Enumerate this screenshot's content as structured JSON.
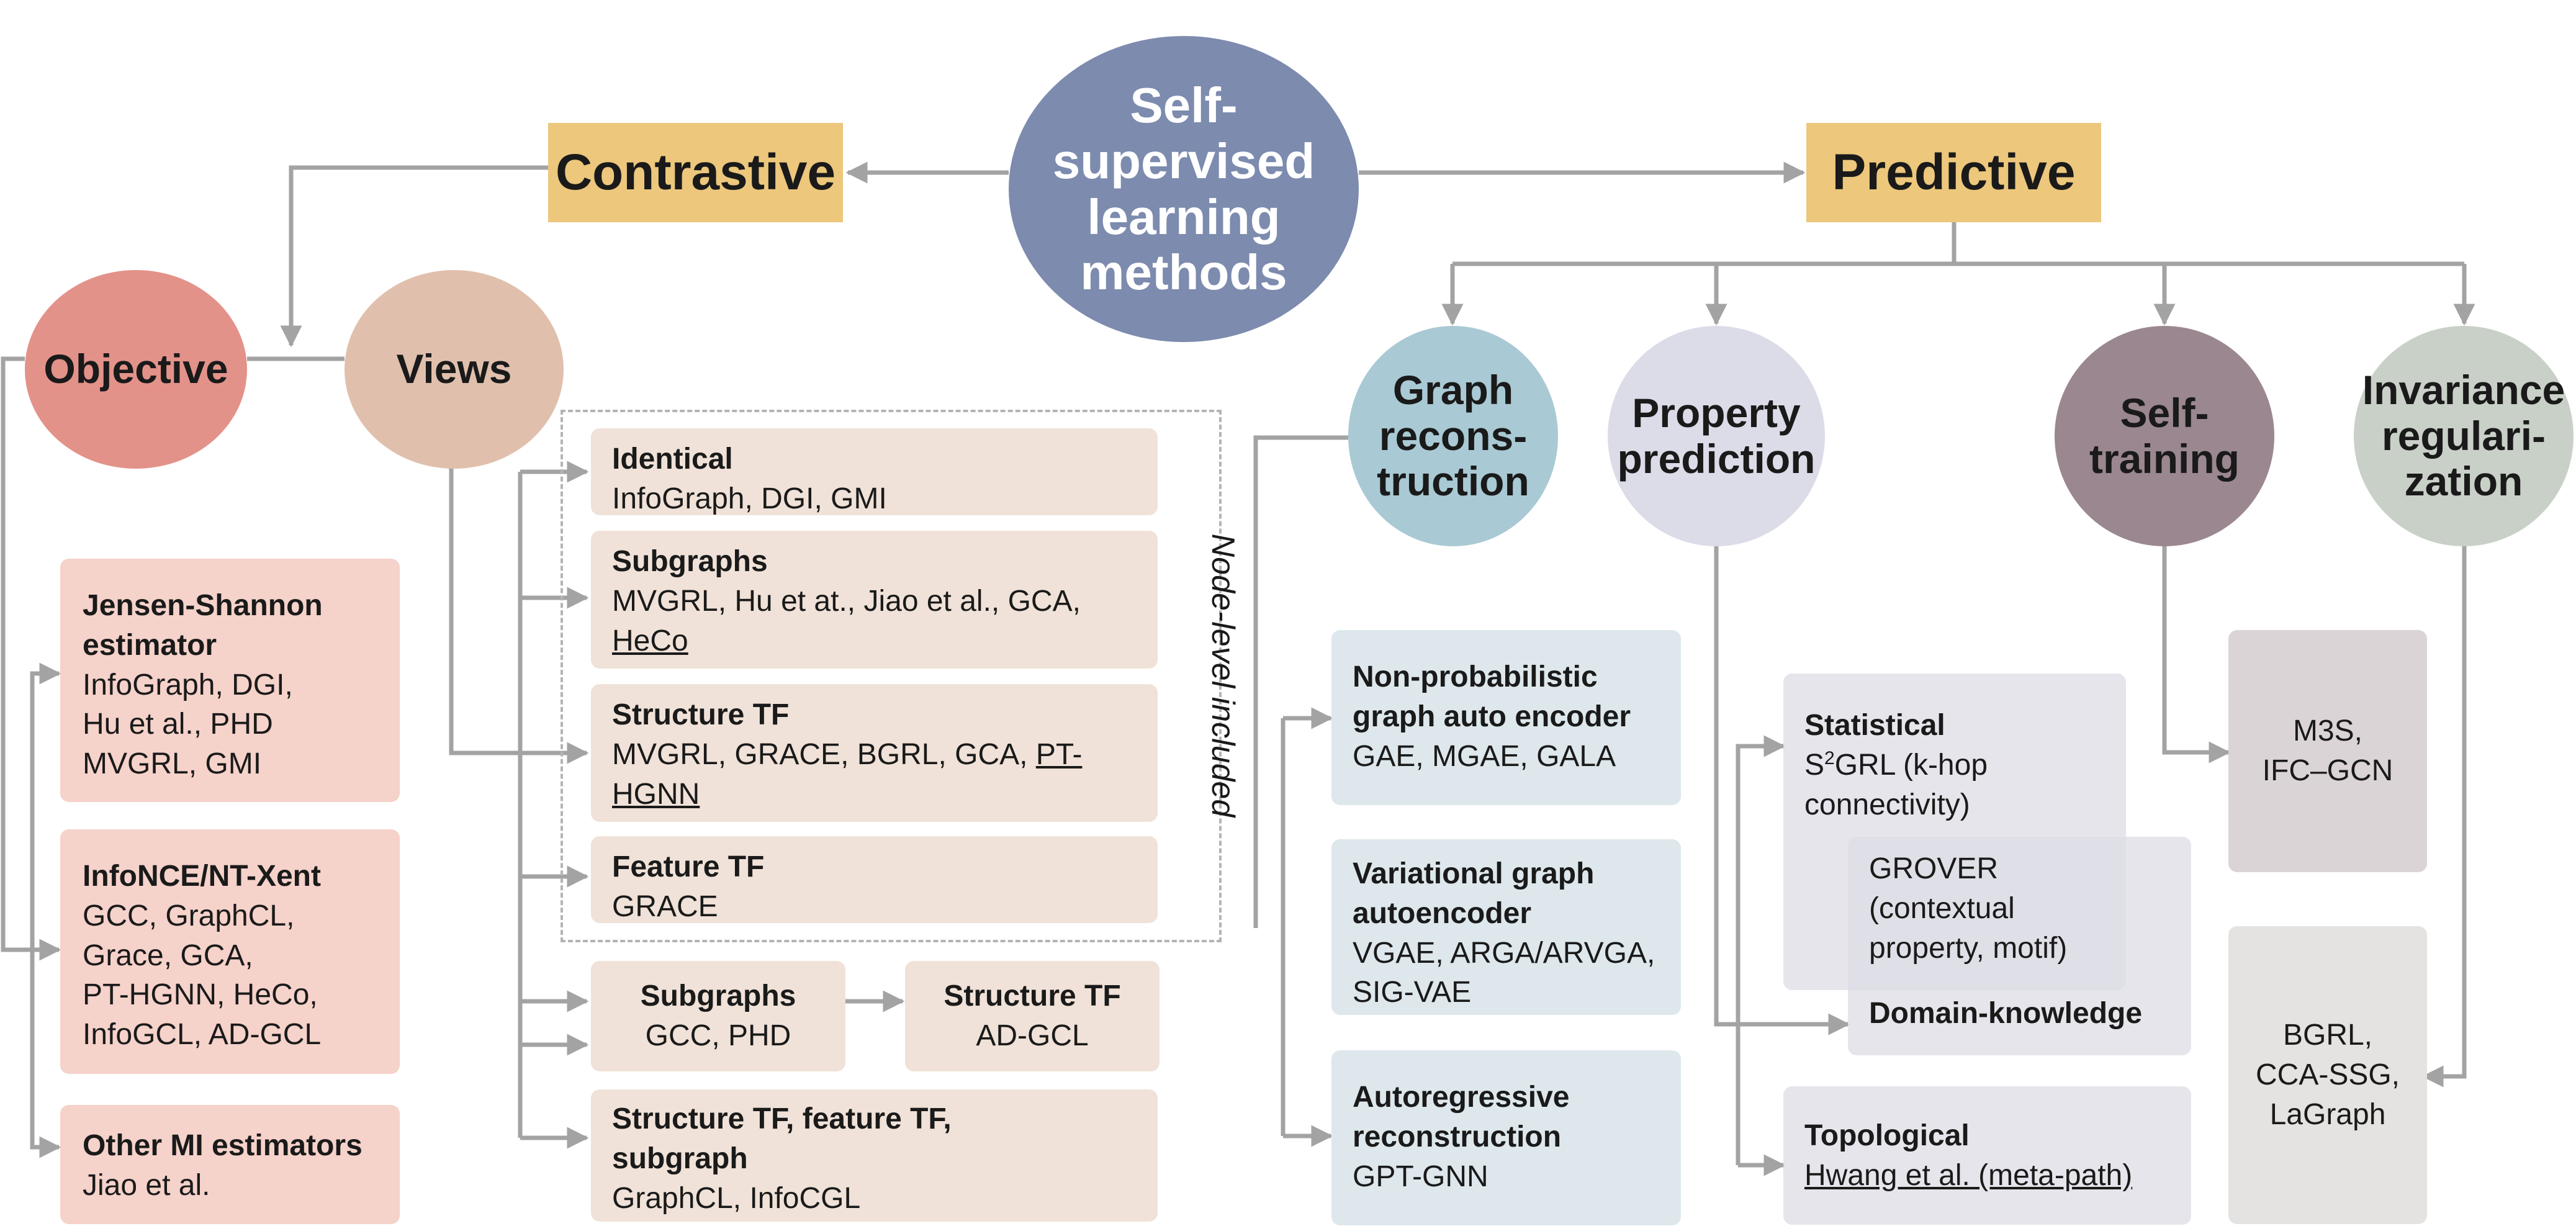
{
  "root": {
    "label": "Self-\nsupervised\nlearning\nmethods",
    "color": "#7c8bae"
  },
  "categories": {
    "contrastive": "Contrastive",
    "predictive": "Predictive",
    "color": "#ecc77c"
  },
  "contrastive": {
    "objective": {
      "label": "Objective",
      "color": "#e3928a"
    },
    "views": {
      "label": "Views",
      "color": "#e0c0ad"
    },
    "objective_boxes": [
      {
        "title": "Jensen-Shannon\nestimator",
        "body": "InfoGraph, DGI,\nHu et al., PHD\nMVGRL, GMI"
      },
      {
        "title": "InfoNCE/NT-Xent",
        "body": "GCC, GraphCL,\nGrace, GCA,\nPT-HGNN, HeCo,\nInfoGCL, AD-GCL"
      },
      {
        "title": "Other MI estimators",
        "body": "Jiao et al."
      }
    ],
    "node_level_label": "Node-level included",
    "view_boxes": {
      "identical": {
        "title": "Identical",
        "body": "InfoGraph, DGI, GMI"
      },
      "subgraphs": {
        "title": "Subgraphs",
        "body": "MVGRL, Hu et at., Jiao et al., GCA,",
        "body_ul": "HeCo"
      },
      "structure_tf": {
        "title": "Structure TF",
        "body": "MVGRL, GRACE, BGRL, GCA, ",
        "body_ul": "PT-\nHGNN"
      },
      "feature_tf": {
        "title": "Feature TF",
        "body": "GRACE"
      },
      "subgraphs2": {
        "title": "Subgraphs",
        "body": "GCC, PHD"
      },
      "structure_tf2": {
        "title": "Structure TF",
        "body": "AD-GCL"
      },
      "combo": {
        "title": "Structure TF, feature TF,\nsubgraph",
        "body": "GraphCL, InfoCGL"
      }
    }
  },
  "predictive": {
    "graph_reconstruction": {
      "label": "Graph\nrecons-\ntruction",
      "color": "#a9c9d4"
    },
    "property_prediction": {
      "label": "Property\nprediction",
      "color": "#dcdce8"
    },
    "self_training": {
      "label": "Self-\ntraining",
      "color": "#9a8790"
    },
    "invariance": {
      "label": "Invariance\nregulari-\nzation",
      "color": "#c9d0c8"
    },
    "reconstruction_boxes": [
      {
        "title": "Non-probabilistic\ngraph auto encoder",
        "body": "GAE, MGAE, GALA"
      },
      {
        "title": "Variational graph\nautoencoder",
        "body": "VGAE, ARGA/ARVGA,\nSIG-VAE"
      },
      {
        "title": "Autoregressive\nreconstruction",
        "body": "GPT-GNN"
      }
    ],
    "statistical": {
      "title": "Statistical",
      "body_pre": "S",
      "body_sup": "2",
      "body_post": "GRL (k-hop\nconnectivity)"
    },
    "grover": {
      "body": "GROVER\n(contextual\nproperty, motif)"
    },
    "domain_knowledge": {
      "title": "Domain-knowledge"
    },
    "topological": {
      "title": "Topological",
      "body": "Hwang et al. (meta-path)"
    },
    "self_training_box": {
      "body": "M3S,\nIFC–GCN"
    },
    "invariance_box": {
      "body": "BGRL,\nCCA-SSG,\nLaGraph"
    }
  }
}
